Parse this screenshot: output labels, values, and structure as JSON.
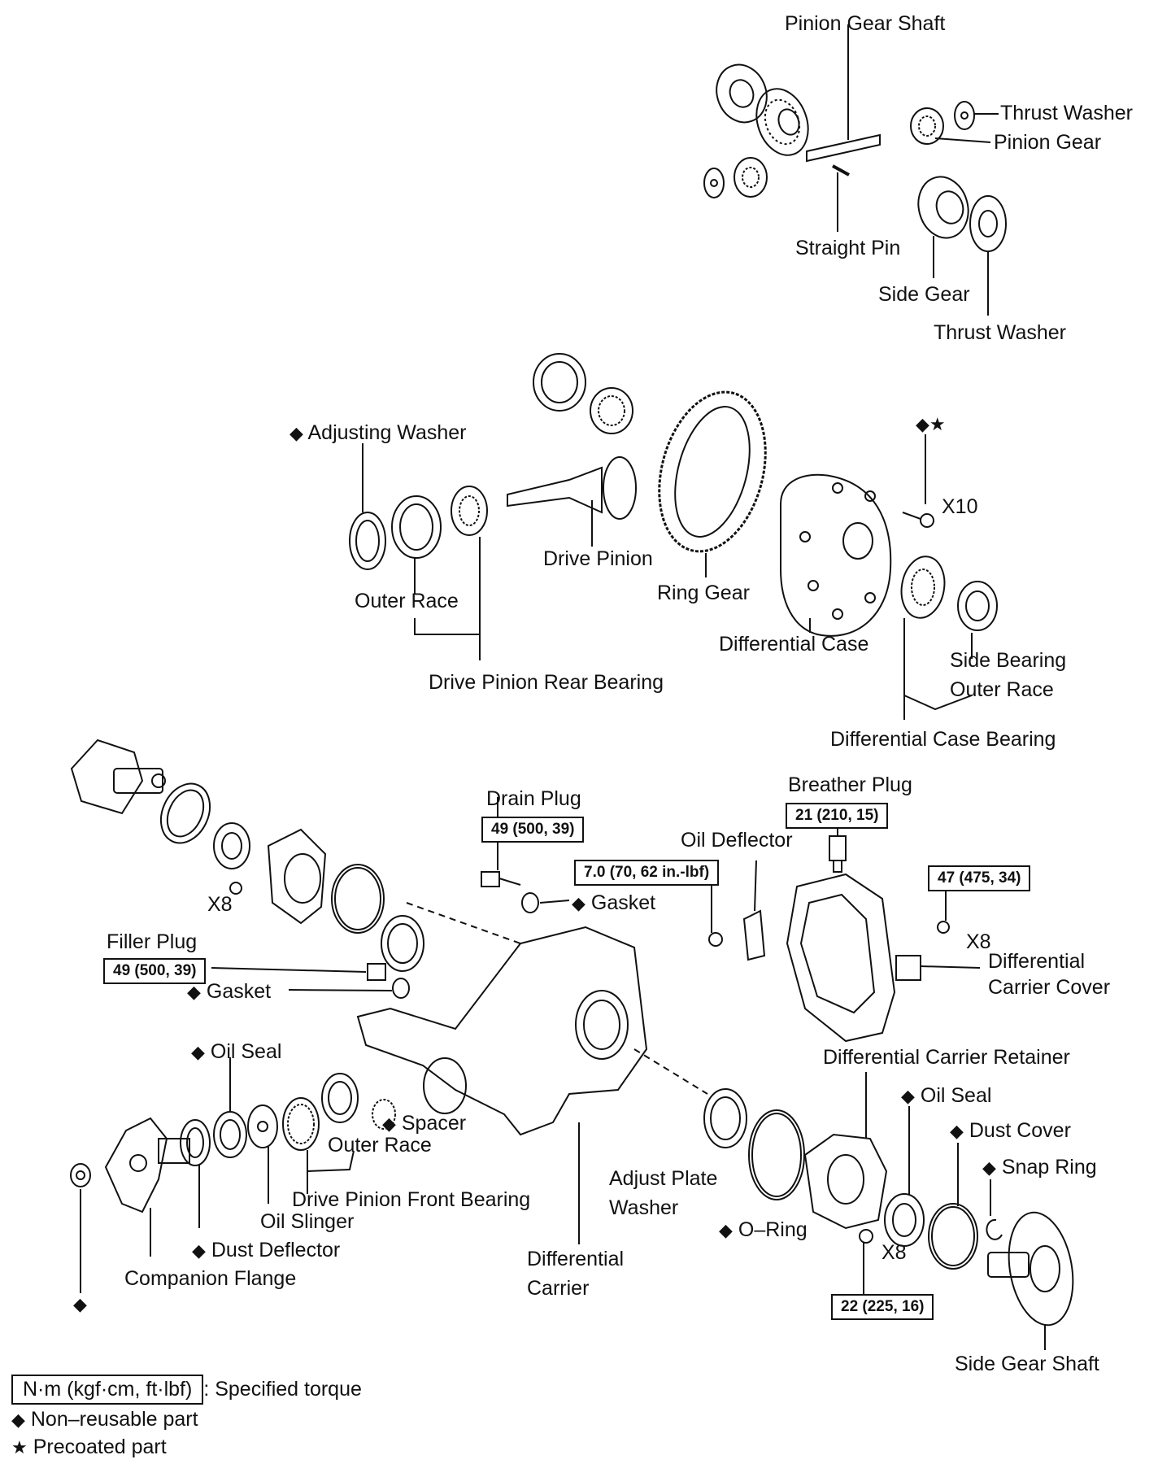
{
  "labels": {
    "pinion_gear_shaft": "Pinion Gear Shaft",
    "thrust_washer_top": "Thrust Washer",
    "pinion_gear": "Pinion Gear",
    "straight_pin": "Straight Pin",
    "side_gear": "Side Gear",
    "thrust_washer_2": "Thrust Washer",
    "adjusting_washer": "Adjusting Washer",
    "drive_pinion": "Drive Pinion",
    "ring_gear": "Ring Gear",
    "x10": "X10",
    "outer_race_1": "Outer Race",
    "differential_case": "Differential Case",
    "side_bearing_outer_race_1": "Side Bearing",
    "side_bearing_outer_race_2": "Outer Race",
    "drive_pinion_rear_bearing": "Drive Pinion Rear Bearing",
    "differential_case_bearing": "Differential Case Bearing",
    "drain_plug": "Drain Plug",
    "breather_plug": "Breather Plug",
    "oil_deflector": "Oil Deflector",
    "x8_a": "X8",
    "gasket_1": "Gasket",
    "x8_b": "X8",
    "filler_plug": "Filler Plug",
    "differential_carrier_cover_1": "Differential",
    "differential_carrier_cover_2": "Carrier Cover",
    "gasket_2": "Gasket",
    "oil_seal_1": "Oil Seal",
    "differential_carrier_retainer": "Differential Carrier Retainer",
    "oil_seal_2": "Oil Seal",
    "spacer": "Spacer",
    "outer_race_2": "Outer Race",
    "dust_cover": "Dust Cover",
    "adjust_plate_washer_1": "Adjust Plate",
    "adjust_plate_washer_2": "Washer",
    "snap_ring": "Snap Ring",
    "drive_pinion_front_bearing": "Drive Pinion Front Bearing",
    "oil_slinger": "Oil Slinger",
    "o_ring": "O–Ring",
    "x8_c": "X8",
    "dust_deflector": "Dust Deflector",
    "differential_carrier_1": "Differential",
    "differential_carrier_2": "Carrier",
    "companion_flange": "Companion Flange",
    "side_gear_shaft": "Side Gear Shaft"
  },
  "torques": {
    "drain_plug": "49 (500, 39)",
    "breather_plug": "21 (210, 15)",
    "oil_deflector": "7.0 (70, 62 in.-lbf)",
    "cover_bolts": "47 (475, 34)",
    "filler_plug": "49 (500, 39)",
    "retainer_bolts": "22 (225, 16)"
  },
  "symbols": {
    "diamond": "◆",
    "star": "★"
  },
  "legend": {
    "torque_box": "N·m (kgf·cm, ft·lbf)",
    "torque_text": ": Specified torque",
    "nonreusable": "Non–reusable part",
    "precoated": "Precoated part"
  }
}
